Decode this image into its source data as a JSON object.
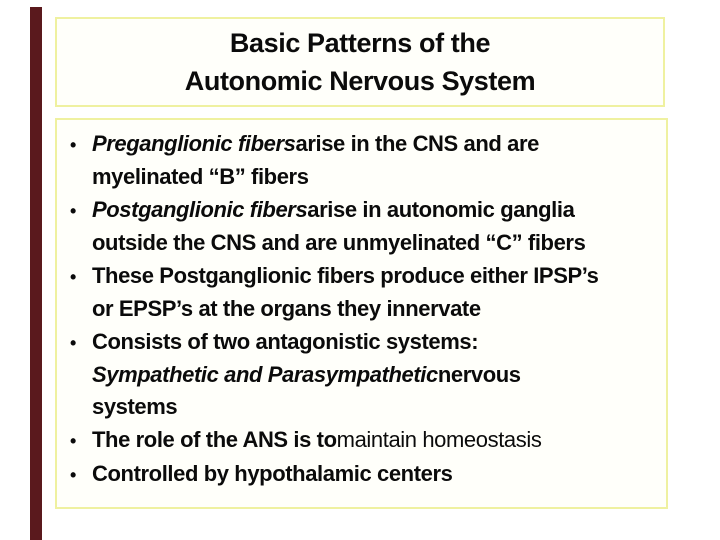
{
  "slide": {
    "title": {
      "lines": [
        "Basic Patterns of the",
        "Autonomic Nervous System"
      ]
    },
    "bullets": [
      {
        "lines": [
          [
            {
              "style": "bi",
              "text": "Preganglionic fibers"
            },
            {
              "style": "b",
              "text": " arise in the CNS and are"
            }
          ],
          [
            {
              "style": "b",
              "text": "myelinated “B” fibers"
            }
          ]
        ]
      },
      {
        "lines": [
          [
            {
              "style": "bi",
              "text": "Postganglionic fibers"
            },
            {
              "style": "b",
              "text": " arise in autonomic ganglia"
            }
          ],
          [
            {
              "style": "b",
              "text": "outside the CNS and are unmyelinated “C” fibers"
            }
          ]
        ]
      },
      {
        "lines": [
          [
            {
              "style": "b",
              "text": "These Postganglionic fibers produce either IPSP’s"
            }
          ],
          [
            {
              "style": "b",
              "text": "or EPSP’s at the organs they innervate"
            }
          ]
        ]
      },
      {
        "lines": [
          [
            {
              "style": "b",
              "text": "Consists of two antagonistic systems:"
            }
          ],
          [
            {
              "style": "bi",
              "text": "Sympathetic and Parasympathetic"
            },
            {
              "style": "b",
              "text": " nervous"
            }
          ],
          [
            {
              "style": "b",
              "text": "systems"
            }
          ]
        ]
      },
      {
        "lines": [
          [
            {
              "style": "b",
              "text": "The role of the ANS is to "
            },
            {
              "style": "r",
              "text": "maintain homeostasis"
            }
          ]
        ]
      },
      {
        "lines": [
          [
            {
              "style": "b",
              "text": "Controlled by hypothalamic centers"
            }
          ]
        ]
      }
    ],
    "bullet_glyph": "•",
    "colors": {
      "accent_border": "#eff1a0",
      "box_fill": "#fffffa",
      "left_bar": "#5a191d",
      "text": "#0b0b0b",
      "background": "#ffffff"
    }
  }
}
